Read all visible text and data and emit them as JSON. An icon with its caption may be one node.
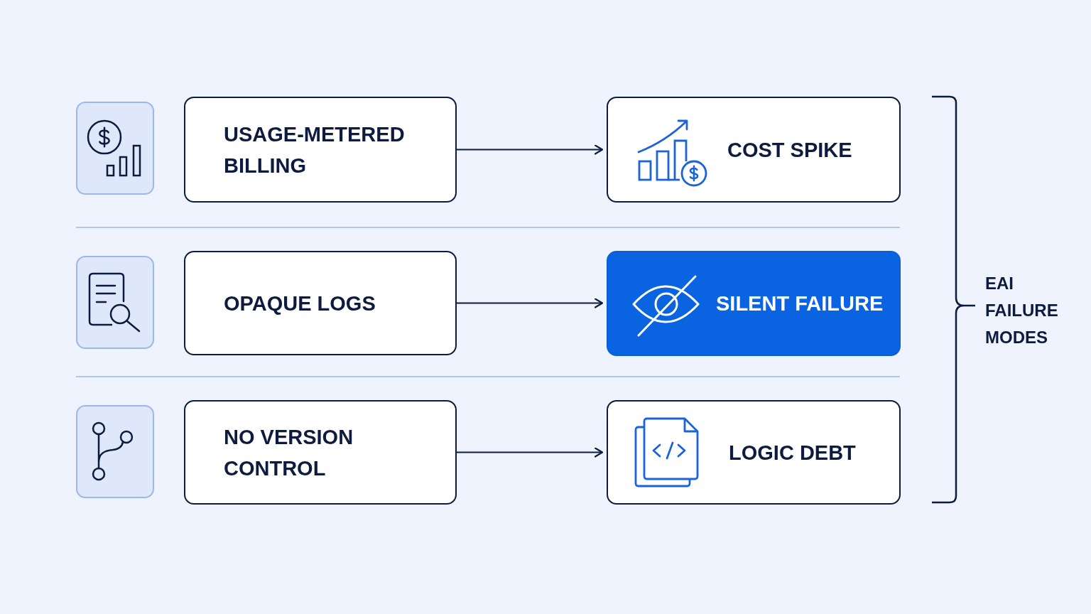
{
  "diagram": {
    "nodes": [
      {
        "text": [
          "USAGE-METERED BILLING"
        ]
      },
      {
        "text": [
          "COST SPIKE"
        ]
      },
      {
        "text": [
          "OPAQUE LOGS"
        ]
      },
      {
        "text": [
          "SILENT FAILURE"
        ]
      },
      {
        "text": [
          "NO VERSION CONTROL"
        ]
      },
      {
        "text": [
          "LOGIC DEBT"
        ]
      }
    ],
    "edges": [
      {
        "from": 0,
        "to": 1,
        "arrow": "to"
      },
      {
        "from": 2,
        "to": 3,
        "arrow": "to"
      },
      {
        "from": 4,
        "to": 5,
        "arrow": "to"
      }
    ],
    "labels": [
      "EAI FAILURE MODES"
    ]
  }
}
